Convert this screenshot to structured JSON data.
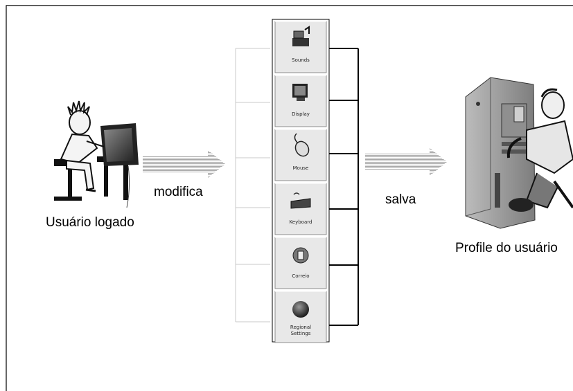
{
  "labels": {
    "user": "Usuário logado",
    "action_modify": "modifica",
    "action_save": "salva",
    "profile": "Profile do usuário"
  },
  "panels": [
    {
      "label": "Sounds",
      "icon": "sounds-icon"
    },
    {
      "label": "Display",
      "icon": "display-icon"
    },
    {
      "label": "Mouse",
      "icon": "mouse-icon"
    },
    {
      "label": "Keyboard",
      "icon": "keyboard-icon"
    },
    {
      "label": "Correio",
      "icon": "mail-icon"
    },
    {
      "label": "Regional Settings",
      "icon": "globe-icon"
    }
  ],
  "colors": {
    "border": "#000000",
    "arrow": "#bdbdbd",
    "panel_bg": "#e8e8e8"
  }
}
